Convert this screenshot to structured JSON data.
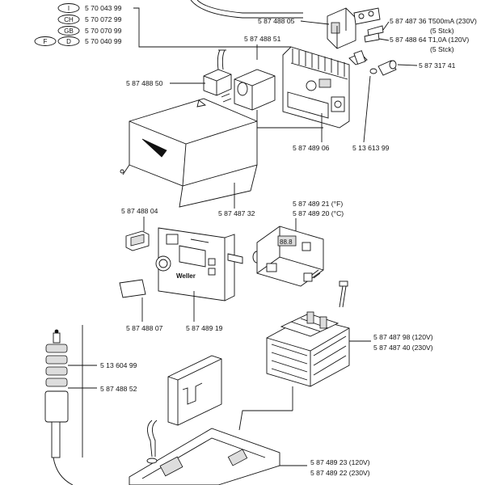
{
  "country_codes": [
    {
      "code": "I",
      "part": "5 70 043 99"
    },
    {
      "code": "CH",
      "part": "5 70 072 99"
    },
    {
      "code": "GB",
      "part": "5 70 070 99"
    },
    {
      "code": "F",
      "code2": "D",
      "part": "5 70 040 99"
    }
  ],
  "labels": {
    "p05": "5 87 488 05",
    "p36": "5 87 487 36  T500mA  (230V)",
    "p36b": "(5  Stck)",
    "p64": "5 87 488 64  T1,0A  (120V)",
    "p64b": "(5  Stck)",
    "p51": "5 87 488 51",
    "p41": "5 87 317 41",
    "p50": "5 87 488 50",
    "p0906": "5 87 489 06",
    "p1361": "5 13 613 99",
    "p32": "5 87 487 32",
    "p21": "5 87 489 21  (°F)",
    "p20": "5 87 489 20  (°C)",
    "p04": "5 87 488 04",
    "p07": "5 87 488 07",
    "p19": "5 87 489 19",
    "p98": "5 87 487 98  (120V)",
    "p40": "5 87 487 40  (230V)",
    "p1360": "5 13 604 99",
    "p52": "5 87 488 52",
    "p23": "5 87 489 23  (120V)",
    "p22": "5 87 489 22  (230V)"
  },
  "panel_text": {
    "brand": "Weller",
    "display_digits": "88.8"
  }
}
